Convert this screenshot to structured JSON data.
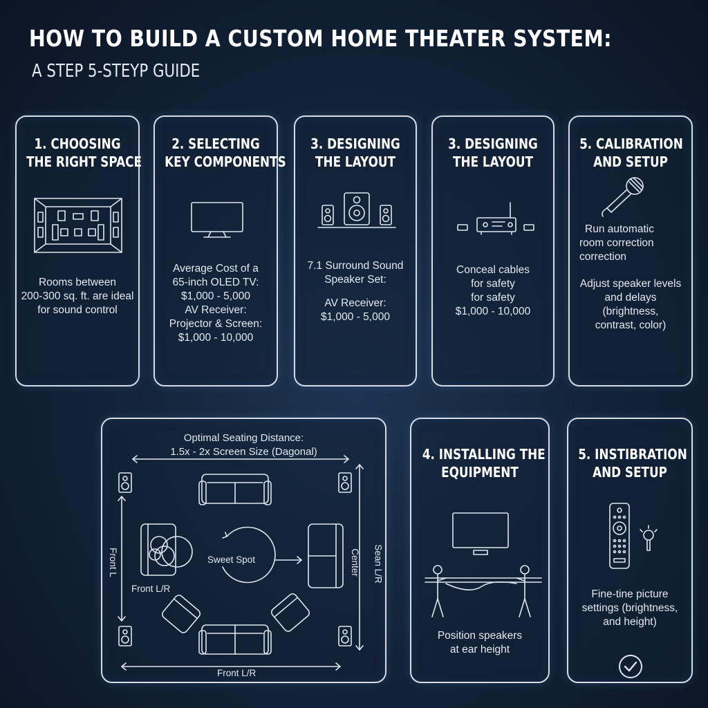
{
  "header": {
    "title": "HOW TO BUILD A CUSTOM HOME THEATER SYSTEM:",
    "subtitle": "A STEP 5-STEYP GUIDE"
  },
  "cards": [
    {
      "heading": [
        "1. CHOOSING",
        "THE RIGHT SPACE"
      ],
      "icon": "room-layout-icon",
      "text": [
        "Rooms between",
        "200-300 sq. ft. are ideal",
        "for sound control"
      ]
    },
    {
      "heading": [
        "2. SELECTING",
        "KEY COMPONENTS"
      ],
      "icon": "tv-icon",
      "text": [
        "Average Cost of a",
        "65-inch OLED TV:",
        "$1,000 - 5,000",
        "AV Receiver:",
        "Projector & Screen:",
        "$1,000 - 10,000"
      ]
    },
    {
      "heading": [
        "3. DESIGNING",
        "THE LAYOUT"
      ],
      "icon": "speaker-set-icon",
      "text": [
        "7.1 Surround Sound",
        "Speaker Set:",
        "",
        "AV Receiver:",
        "$1,000 - 5,000"
      ]
    },
    {
      "heading": [
        "3. DESIGNING",
        "THE LAYOUT"
      ],
      "icon": "av-receiver-icon",
      "text": [
        "Conceal cables",
        "for safety",
        "for safety",
        "$1,000 - 10,000"
      ]
    },
    {
      "heading": [
        "5. CALIBRATION",
        "AND SETUP"
      ],
      "icon": "microphone-icon",
      "text": [
        "Run automatic",
        "room correction",
        "correction",
        "",
        "Adjust speaker levels",
        "and delays",
        "(brightness,",
        "contrast, color)"
      ]
    }
  ],
  "diagram": {
    "heading": [
      "Optimal Seating Distance:",
      "1.5x - 2x Screen Size (Dagonal)"
    ],
    "sweet_spot": "Sweet Spot",
    "front_lr_inner": "Front L/R",
    "front_lr_bottom": "Front L/R",
    "left_vertical": "Front L",
    "right_vertical_1": "Center",
    "right_vertical_2": "Sean L/R"
  },
  "install": {
    "heading": [
      "4. INSTALLING THE",
      "EQUIPMENT"
    ],
    "icon": "mounting-tv-icon",
    "text": [
      "Position speakers",
      "at ear height"
    ]
  },
  "final": {
    "heading": [
      "5. INSTIBRATION",
      "AND SETUP"
    ],
    "icon": "remote-icon",
    "text": [
      "Fine-tine picture",
      "settings (brightness,",
      "and height)"
    ],
    "check_icon": "checkmark-icon"
  }
}
